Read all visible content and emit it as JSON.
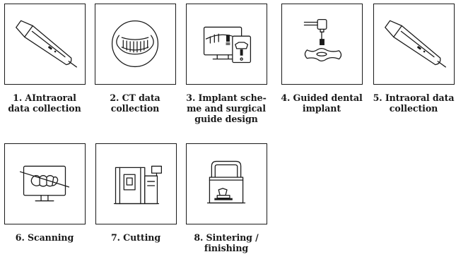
{
  "steps": [
    {
      "icon": "intraoral-scanner-icon",
      "caption": [
        "1. AIntraoral",
        "data collection"
      ]
    },
    {
      "icon": "ct-jaw-icon",
      "caption": [
        "2. CT data",
        "collection"
      ]
    },
    {
      "icon": "implant-design-screens-icon",
      "caption": [
        "3. Implant sche-",
        "me and surgical",
        "guide design"
      ]
    },
    {
      "icon": "guided-drill-icon",
      "caption": [
        "4. Guided dental",
        "implant"
      ]
    },
    {
      "icon": "intraoral-scanner-icon",
      "caption": [
        "5. Intraoral data",
        "collection"
      ]
    },
    {
      "icon": "scanning-monitor-icon",
      "caption": [
        "6. Scanning"
      ]
    },
    {
      "icon": "milling-machine-icon",
      "caption": [
        "7. Cutting"
      ]
    },
    {
      "icon": "sintering-furnace-icon",
      "caption": [
        "8. Sintering /",
        "finishing"
      ]
    }
  ]
}
